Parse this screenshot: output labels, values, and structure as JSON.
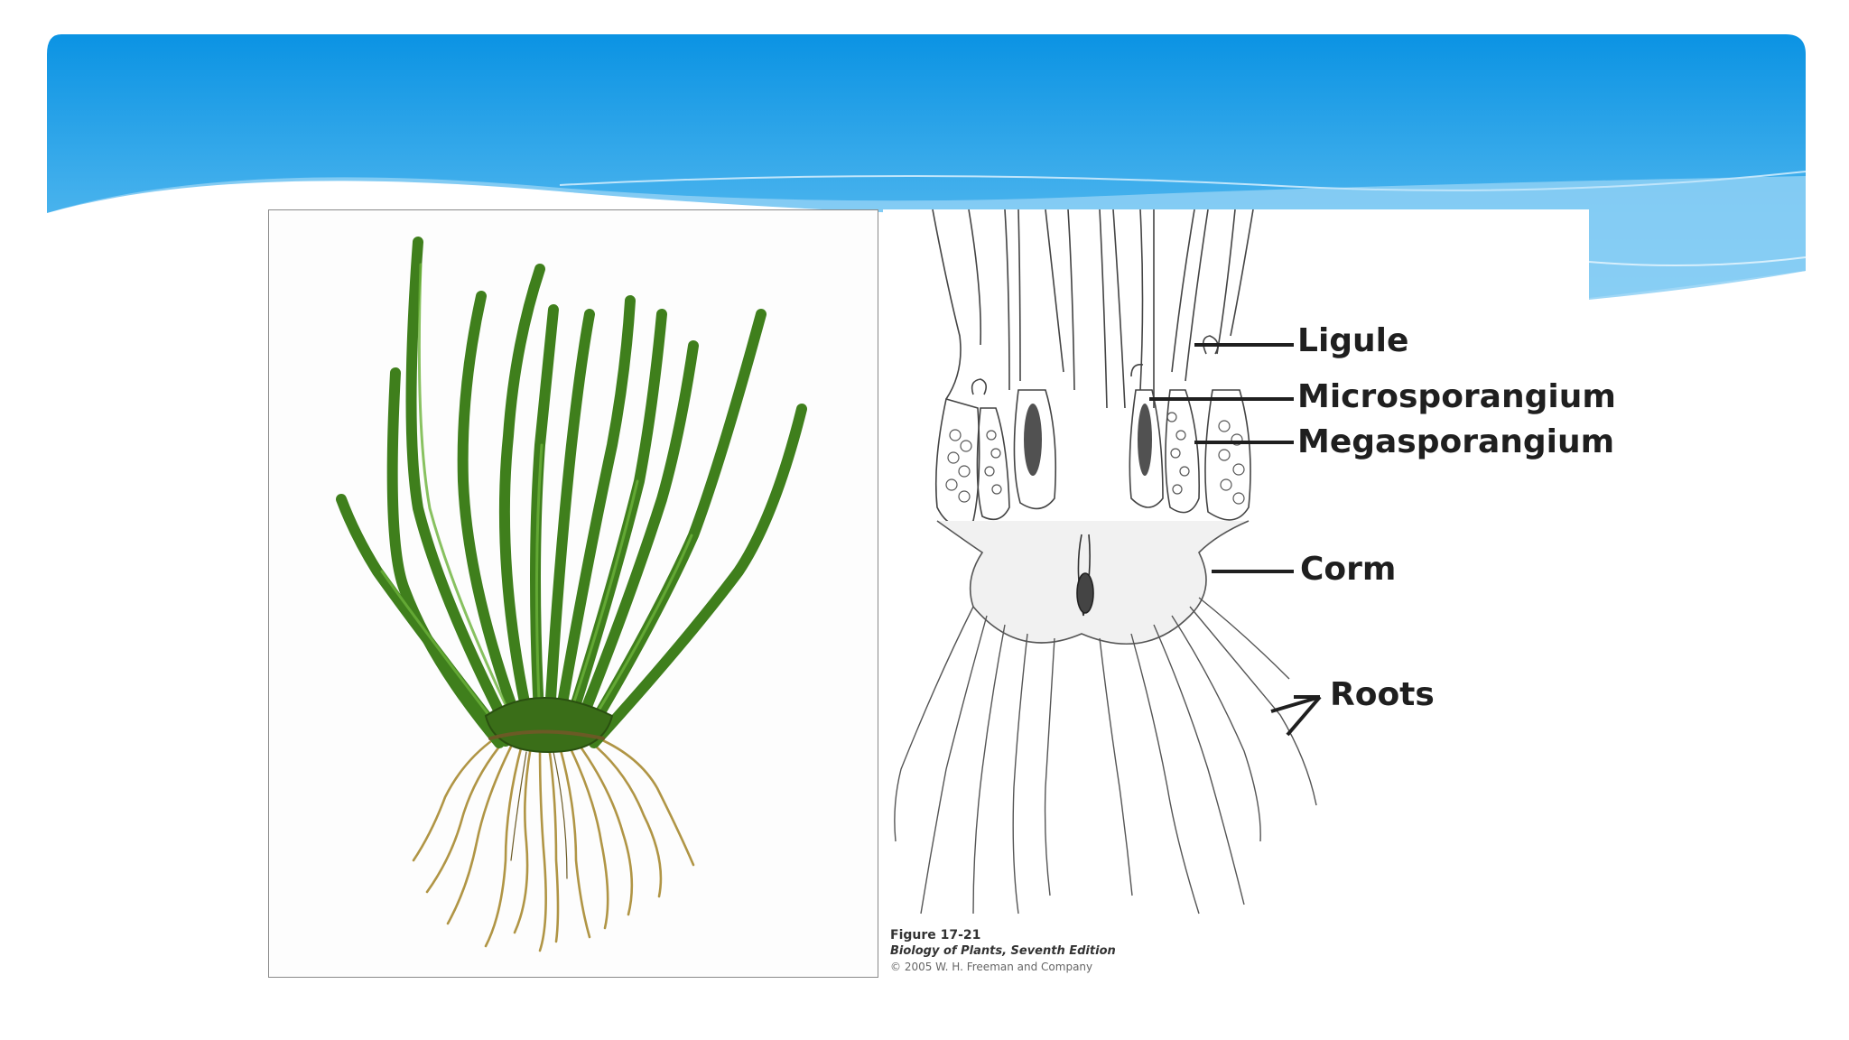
{
  "colors": {
    "banner_top": "#0b93e3",
    "banner_bottom": "#6cc4f3",
    "leaf_green": "#4a8f22",
    "leaf_dark": "#2b5e12",
    "root_tan": "#b49a4a",
    "ink": "#1f1f1f"
  },
  "diagram": {
    "labels": {
      "ligule": "Ligule",
      "microsporangium": "Microsporangium",
      "megasporangium": "Megasporangium",
      "corm": "Corm",
      "roots": "Roots"
    },
    "caption": {
      "figure": "Figure 17-21",
      "book": "Biology of Plants, Seventh Edition",
      "copyright": "© 2005 W. H. Freeman and Company"
    }
  }
}
